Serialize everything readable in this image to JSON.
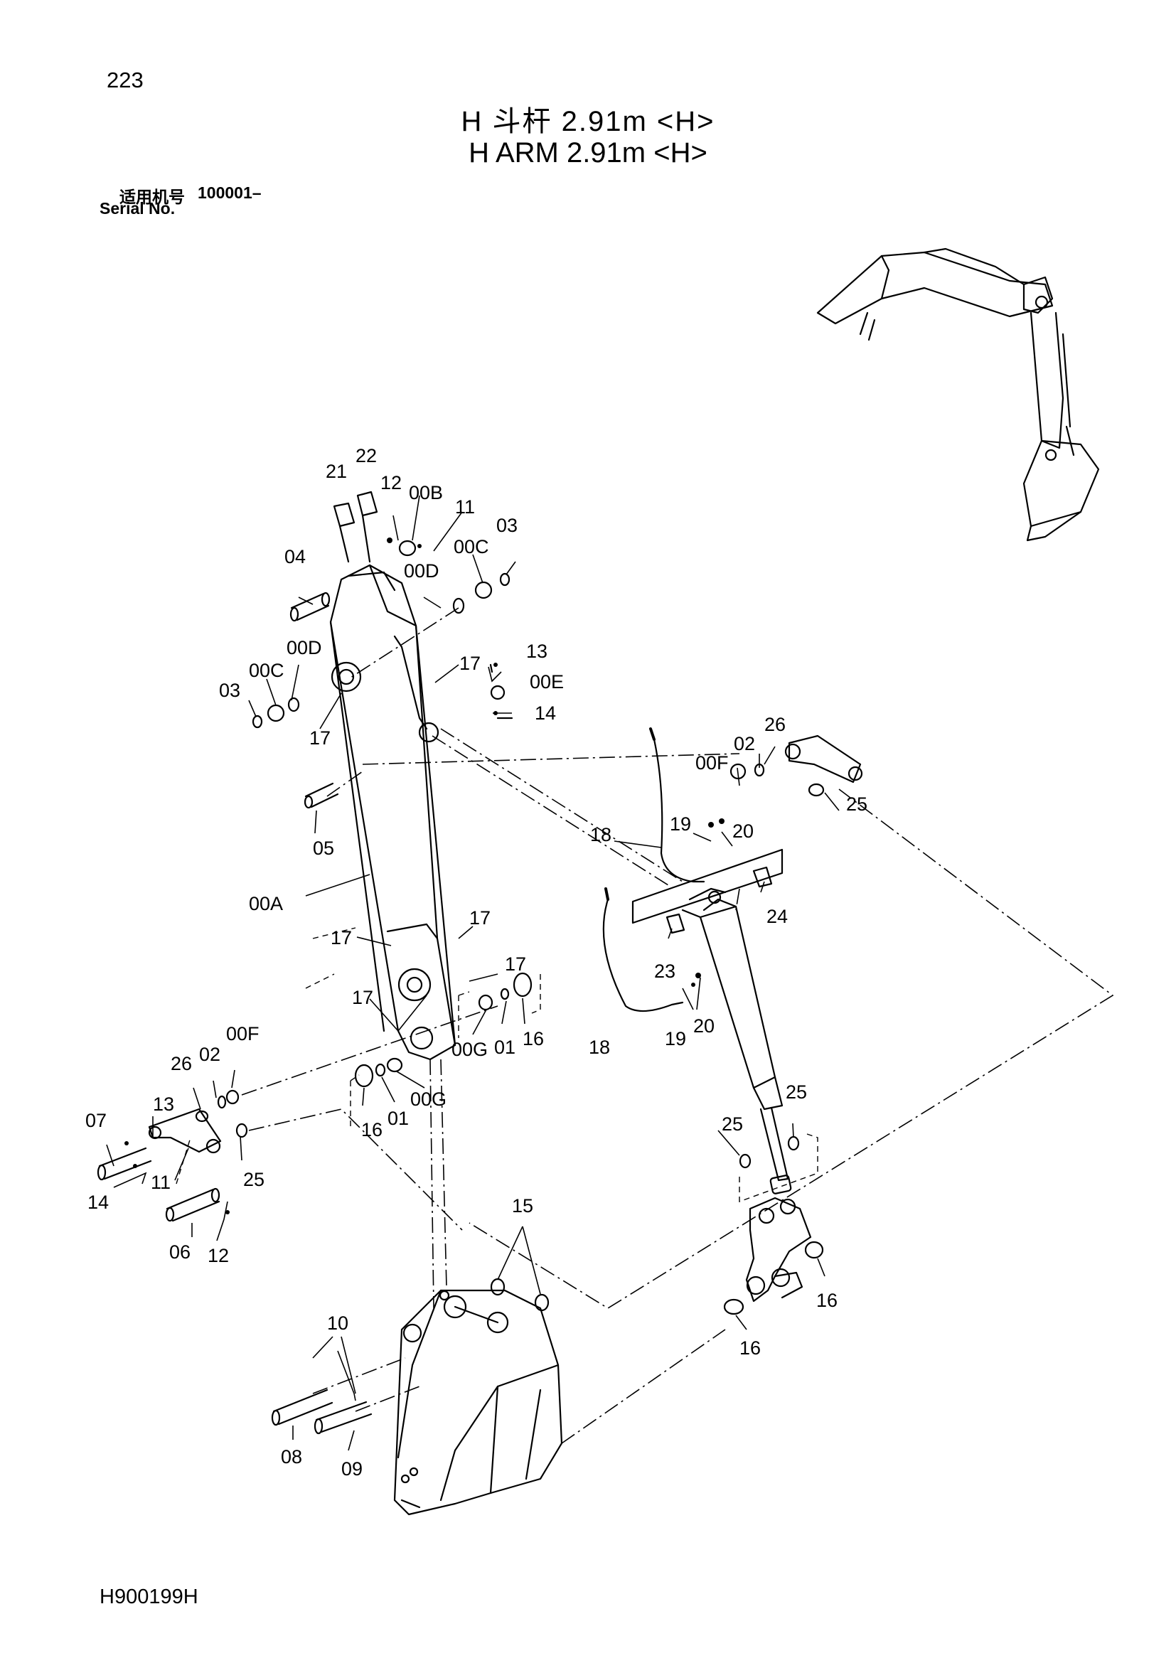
{
  "page_number": "223",
  "title_cn": "H 斗杆 2.91m <H>",
  "title_en": "H ARM 2.91m <H>",
  "serial": {
    "label_cn": "适用机号",
    "label_en": "Serial No.",
    "value": "100001–"
  },
  "doc_code": "H900199H",
  "callouts": {
    "c21": "21",
    "c22": "22",
    "c12a": "12",
    "c00B": "00B",
    "c11a": "11",
    "c03a": "03",
    "c04": "04",
    "c00Ca": "00C",
    "c00Da": "00D",
    "c00Db": "00D",
    "c00Cb": "00C",
    "c03b": "03",
    "c13a": "13",
    "c17a": "17",
    "c00E": "00E",
    "c14a": "14",
    "c17b": "17",
    "c05": "05",
    "c00A": "00A",
    "c17c": "17",
    "c17d": "17",
    "c17e": "17",
    "c17f": "17",
    "c16a": "16",
    "c01a": "01",
    "c00Ga": "00G",
    "c16b": "16",
    "c01b": "01",
    "c00Gb": "00G",
    "c00Fa": "00F",
    "c26a": "26",
    "c02a": "02",
    "c13b": "13",
    "c07": "07",
    "c11b": "11",
    "c25a": "25",
    "c14b": "14",
    "c06": "06",
    "c12b": "12",
    "c18a": "18",
    "c19a": "19",
    "c20a": "20",
    "c00Fb": "00F",
    "c02b": "02",
    "c26b": "26",
    "c25b": "25",
    "c24": "24",
    "c23": "23",
    "c18b": "18",
    "c19b": "19",
    "c20b": "20",
    "c25c": "25",
    "c25d": "25",
    "c15": "15",
    "c16c": "16",
    "c16d": "16",
    "c10": "10",
    "c08": "08",
    "c09": "09"
  }
}
